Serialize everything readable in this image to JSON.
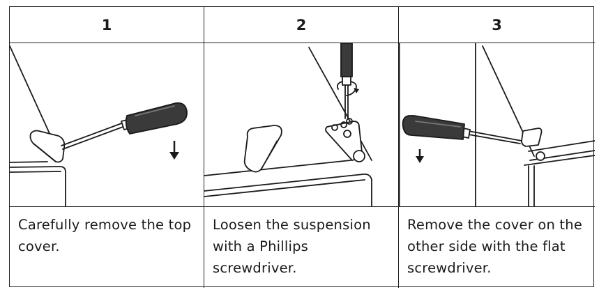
{
  "steps": [
    {
      "number": "1",
      "caption": "Carefully remove the top cover."
    },
    {
      "number": "2",
      "caption": "Loosen the suspension with a Phillips screwdriver."
    },
    {
      "number": "3",
      "caption": "Remove the cover on the other side with the flat screwdriver."
    }
  ]
}
